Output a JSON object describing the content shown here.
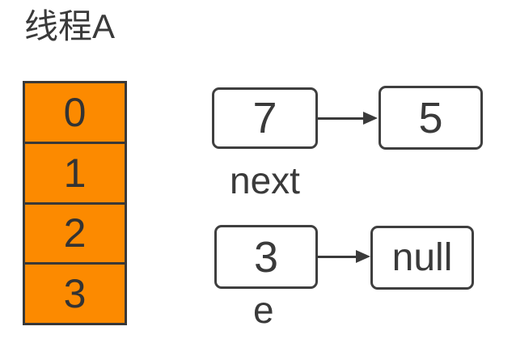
{
  "title": "线程A",
  "colors": {
    "array_fill": "#FC8A00",
    "stroke": "#3A3A3A",
    "node_fill": "#FFFFFF",
    "background": "#FFFFFF"
  },
  "array": {
    "cells": [
      "0",
      "1",
      "2",
      "3"
    ]
  },
  "lists": {
    "next": {
      "label": "next",
      "head_value": "7",
      "tail_value": "5"
    },
    "e": {
      "label": "e",
      "head_value": "3",
      "tail_value": "null"
    }
  }
}
